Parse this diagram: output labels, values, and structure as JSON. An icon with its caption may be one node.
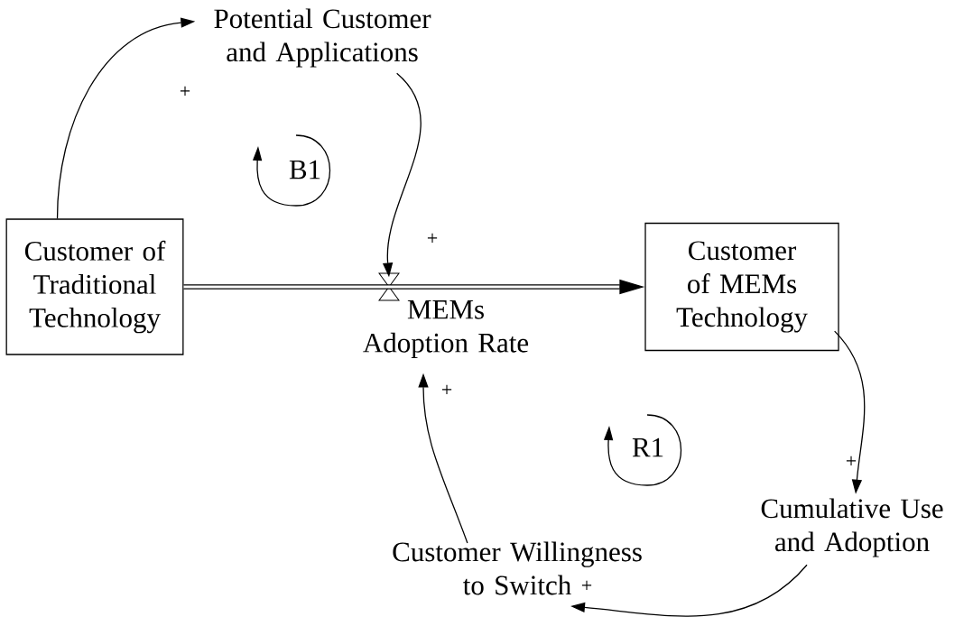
{
  "diagram": {
    "nodes": [
      {
        "text": [
          "Customer of Traditional Technology"
        ]
      },
      {
        "text": [
          "Potential Customer and Applications"
        ]
      },
      {
        "text": [
          "MEMs Adoption Rate"
        ]
      },
      {
        "text": [
          "Customer of MEMs Technology"
        ]
      },
      {
        "text": [
          "Cumulative Use and Adoption"
        ]
      },
      {
        "text": [
          "Customer Willingness to Switch"
        ]
      }
    ],
    "edges": [
      {
        "from": 0,
        "to": 1,
        "arrow": "to",
        "label": "+"
      },
      {
        "from": 1,
        "to": 2,
        "arrow": "to",
        "label": "+"
      },
      {
        "from": 0,
        "to": 3,
        "arrow": "to",
        "style": "thick"
      },
      {
        "from": 3,
        "to": 4,
        "arrow": "to",
        "label": "+"
      },
      {
        "from": 4,
        "to": 5,
        "arrow": "to",
        "label": "+"
      },
      {
        "from": 5,
        "to": 2,
        "arrow": "to",
        "label": "+"
      }
    ],
    "labels": [
      "B1",
      "R1"
    ]
  }
}
